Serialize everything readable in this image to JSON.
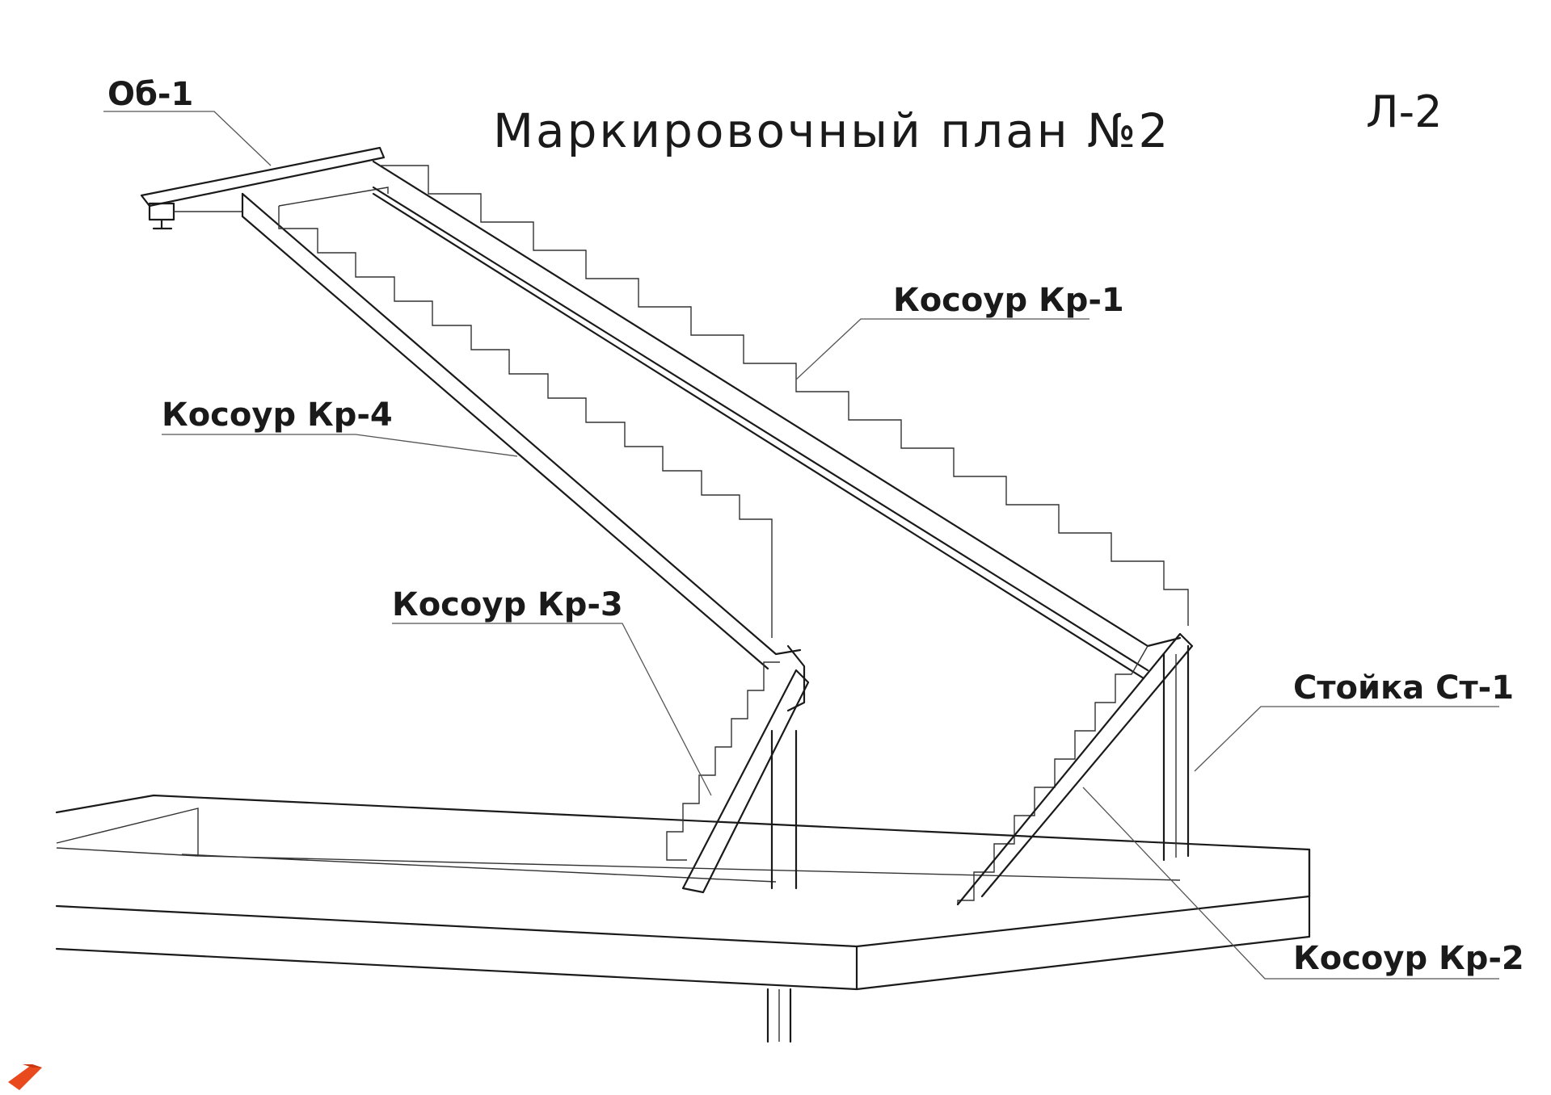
{
  "title": "Маркировочный план №2",
  "sheet": "Л-2",
  "labels": {
    "ob1": "Об-1",
    "kr1": "Косоур Кр-1",
    "kr2": "Косоур Кр-2",
    "kr3": "Косоур Кр-3",
    "kr4": "Косоур Кр-4",
    "st1": "Стойка Ст-1"
  },
  "logo": {
    "name": "publisher-logo",
    "color": "#e8491d"
  }
}
